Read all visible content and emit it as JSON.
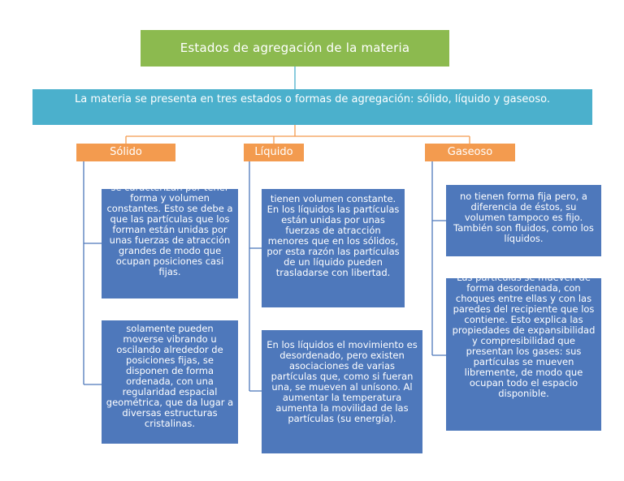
{
  "title": "Estados de agregación de la materia",
  "intro": "La materia se presenta en tres estados o formas de agregación: sólido, líquido y gaseoso.",
  "categories": [
    {
      "label": "Sólido",
      "texts": [
        "se caracterizan por tener forma y volumen constantes. Esto se debe a que las partículas que los forman están unidas por unas fuerzas de atracción grandes de modo que ocupan posiciones casi fijas.",
        "solamente pueden moverse vibrando u oscilando alrededor de posiciones fijas, se disponen de forma ordenada, con una regularidad espacial geométrica, que da lugar a diversas estructuras cristalinas."
      ]
    },
    {
      "label": "Líquido",
      "texts": [
        "tienen volumen constante. En los líquidos las partículas están unidas por unas fuerzas de atracción menores que en los sólidos, por esta razón las partículas de un líquido pueden trasladarse con libertad.",
        "En los líquidos el movimiento es desordenado, pero existen asociaciones de varias partículas que, como si fueran una, se mueven al unísono. Al aumentar la temperatura aumenta la movilidad de las partículas (su energía)."
      ]
    },
    {
      "label": "Gaseoso",
      "texts": [
        "no tienen forma fija pero, a diferencia de éstos, su volumen tampoco es fijo. También son fluidos, como los líquidos.",
        "Las partículas se mueven de forma desordenada, con choques entre ellas y con las paredes del recipiente que los contiene. Esto explica las propiedades de expansibilidad y compresibilidad que presentan los gases: sus partículas se mueven libremente, de modo que ocupan todo el espacio disponible."
      ]
    }
  ],
  "colors": {
    "title_bg": "#8cba4f",
    "intro_bg": "#4bb0cc",
    "category_bg": "#f39b4f",
    "text_bg": "#4e78bb",
    "connector_orange": "#f39b4f",
    "connector_blue": "#4e78bb",
    "connector_teal": "#4bb0cc"
  }
}
